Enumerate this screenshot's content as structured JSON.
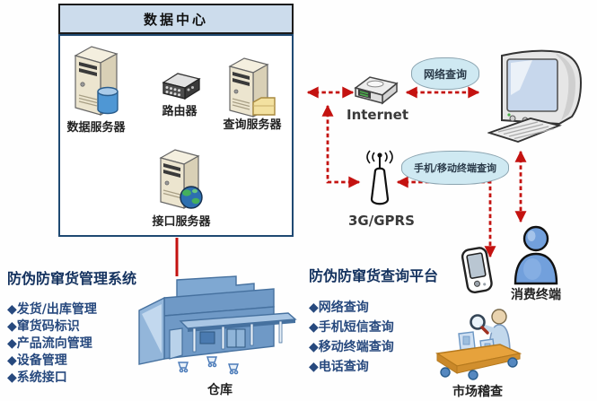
{
  "data_center": {
    "title": "数据中心",
    "data_server_label": "数据服务器",
    "router_label": "路由器",
    "query_server_label": "查询服务器",
    "interface_server_label": "接口服务器"
  },
  "network": {
    "internet_label": "Internet",
    "antenna_label": "3G/GPRS",
    "network_query_bubble": "网络查询",
    "mobile_query_bubble": "手机/移动终端查询"
  },
  "management_system": {
    "title": "防伪防窜货管理系统",
    "items": [
      "◆发货/出库管理",
      "◆窜货码标识",
      "◆产品流向管理",
      "◆设备管理",
      "◆系统接口"
    ]
  },
  "query_platform": {
    "title": "防伪防窜货查询平台",
    "items": [
      "◆网络查询",
      "◆手机短信查询",
      "◆移动终端查询",
      "◆电话查询"
    ]
  },
  "terminals": {
    "warehouse_label": "仓库",
    "consumer_label": "消费终端",
    "inspection_label": "市场稽查"
  },
  "colors": {
    "connector_red": "#c41210",
    "title_navy": "#14325f",
    "list_navy": "#27497e",
    "bubble_fill": "#cfe9f2",
    "header_fill": "#ccdcec"
  }
}
